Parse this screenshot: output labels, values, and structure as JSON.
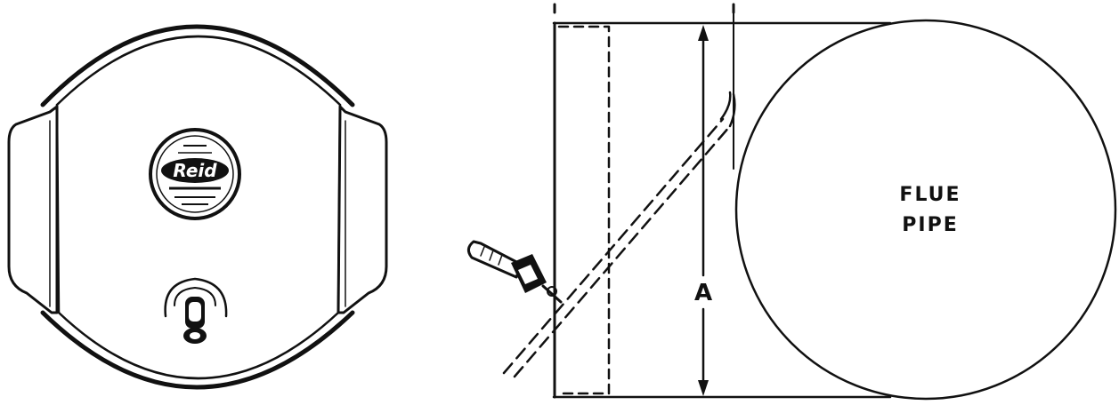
{
  "labels": {
    "flue_line1": "FLUE",
    "flue_line2": "PIPE",
    "dimension": "A"
  },
  "logo_text": "Reid",
  "colors": {
    "ink": "#111111",
    "paper": "#ffffff"
  }
}
